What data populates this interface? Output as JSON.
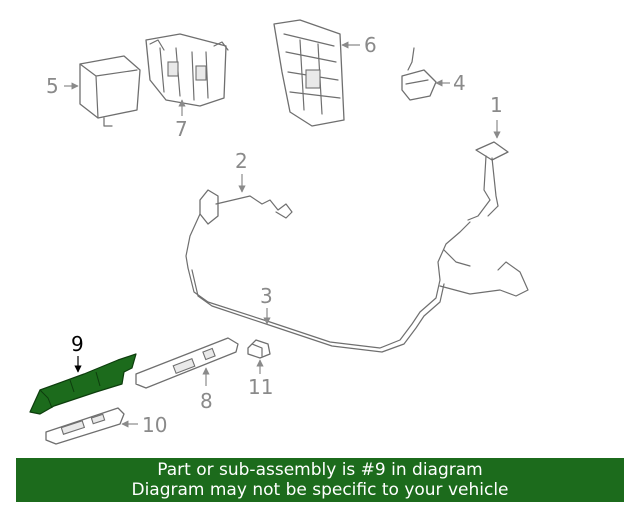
{
  "colors": {
    "highlight_part": "#1c6b1c",
    "banner_background": "#1c6b1c",
    "banner_text": "#ffffff",
    "callout_text": "#8a8a8a",
    "highlight_callout_text": "#000000"
  },
  "callouts": {
    "c1": "1",
    "c2": "2",
    "c3": "3",
    "c4": "4",
    "c5": "5",
    "c6": "6",
    "c7": "7",
    "c8": "8",
    "c9": "9",
    "c10": "10",
    "c11": "11"
  },
  "highlighted_callout": "9",
  "banner": {
    "line1": "Part or sub-assembly is #9 in diagram",
    "line2": "Diagram may not be specific to your vehicle"
  }
}
